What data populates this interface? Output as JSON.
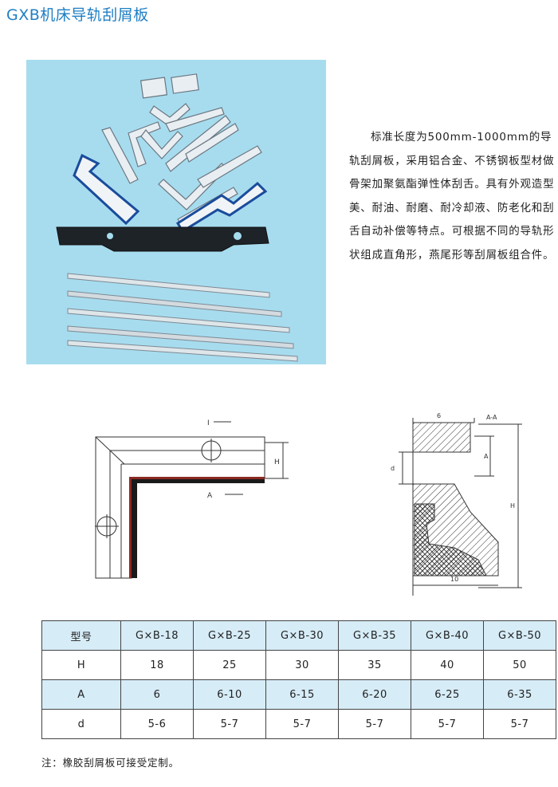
{
  "title": "GXB机床导轨刮屑板",
  "description": "标准长度为500mm-1000mm的导轨刮屑板，采用铝合金、不锈钢板型材做骨架加聚氨酯弹性体刮舌。具有外观造型美、耐油、耐磨、耐冷却液、防老化和刮舌自动补偿等特点。可根据不同的导轨形状组成直角形，燕尾形等刮屑板组合件。",
  "diagram_left": {
    "label_H": "H",
    "label_A": "A",
    "arrow_label": "I"
  },
  "diagram_right": {
    "label_6": "6",
    "label_AA": "A-A",
    "label_A": "A",
    "label_d": "d",
    "label_H": "H",
    "label_10": "10"
  },
  "table": {
    "header": [
      "型号",
      "G×B-18",
      "G×B-25",
      "G×B-30",
      "G×B-35",
      "G×B-40",
      "G×B-50"
    ],
    "rows": [
      [
        "H",
        "18",
        "25",
        "30",
        "35",
        "40",
        "50"
      ],
      [
        "A",
        "6",
        "6-10",
        "6-15",
        "6-20",
        "6-25",
        "6-35"
      ],
      [
        "d",
        "5-6",
        "5-7",
        "5-7",
        "5-7",
        "5-7",
        "5-7"
      ]
    ]
  },
  "note": "注：橡胶刮屑板可接受定制。",
  "colors": {
    "title": "#1f7fc4",
    "photo_bg": "#a7dcef",
    "table_shade": "#d6ecf7"
  }
}
